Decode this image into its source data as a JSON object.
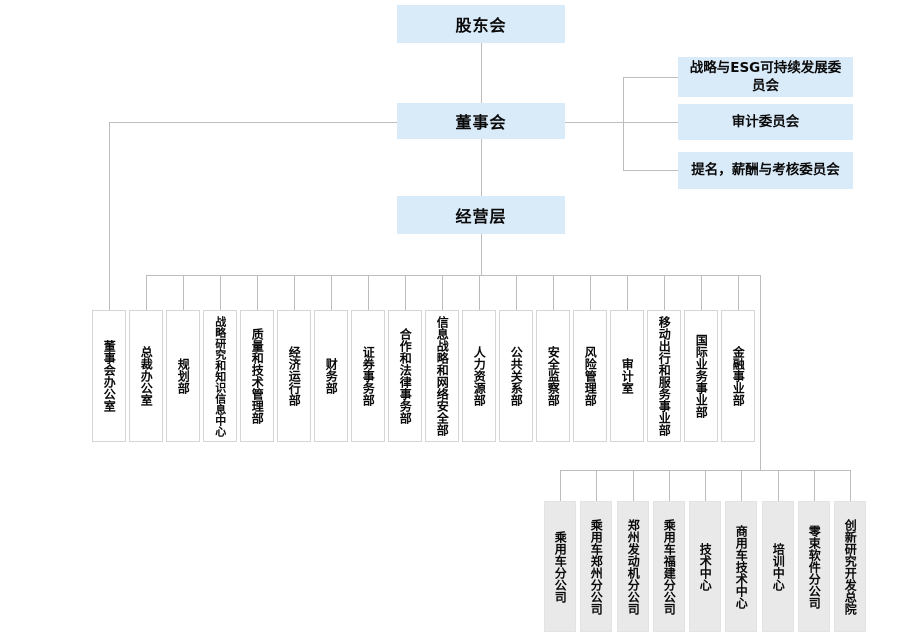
{
  "org": {
    "shareholders": "股东会",
    "board": "董事会",
    "management": "经营层",
    "committees": [
      "战略与ESG可持续发展委员会",
      "审计委员会",
      "提名，薪酬与考核委员会"
    ],
    "departments": [
      "董事会办公室",
      "总裁办公室",
      "规划部",
      "战略研究和知识信息中心",
      "质量和技术管理部",
      "经济运行部",
      "财务部",
      "证券事务部",
      "合作和法律事务部",
      "信息战略和网络安全部",
      "人力资源部",
      "公共关系部",
      "安全监察部",
      "风险管理部",
      "审计室",
      "移动出行和服务事业部",
      "国际业务事业部",
      "金融事业部"
    ],
    "subsidiaries": [
      "乘用车分公司",
      "乘用车郑州分公司",
      "郑州发动机分公司",
      "乘用车福建分公司",
      "技术中心",
      "商用车技术中心",
      "培训中心",
      "零束软件分公司",
      "创新研究开发总院"
    ]
  },
  "colors": {
    "node_primary": "#d9eaf8",
    "node_department": "#ffffff",
    "node_subsidiary": "#e9e9e9",
    "connector": "#bdbdbd",
    "text": "#0a0a0a"
  }
}
